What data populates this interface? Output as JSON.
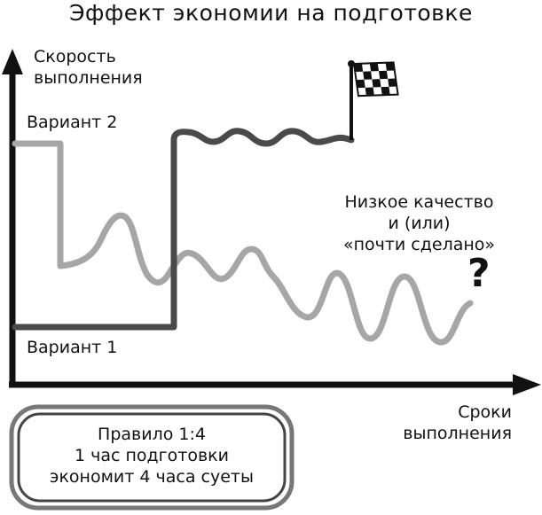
{
  "title": "Эффект экономии на подготовке",
  "y_axis": {
    "label_lines": [
      "Скорость",
      "выполнения"
    ]
  },
  "x_axis": {
    "label_lines": [
      "Сроки",
      "выполнения"
    ]
  },
  "variants": [
    {
      "label": "Вариант 2",
      "color": "#a6a6a6"
    },
    {
      "label": "Вариант 1",
      "color": "#4a4a4a"
    }
  ],
  "quality_note": {
    "lines": [
      "Низкое качество",
      "и (или)",
      "«почти сделано»"
    ]
  },
  "question_mark": "?",
  "finish_flag_icon": "checkered-flag-icon",
  "rule": {
    "lines": [
      "Правило 1:4",
      "1 час подготовки",
      "экономит 4 часа суеты"
    ]
  },
  "colors": {
    "axis": "#111111",
    "light_line": "#a6a6a6",
    "dark_line": "#4a4a4a",
    "box_outer": "#777777",
    "box_inner": "#444444"
  }
}
